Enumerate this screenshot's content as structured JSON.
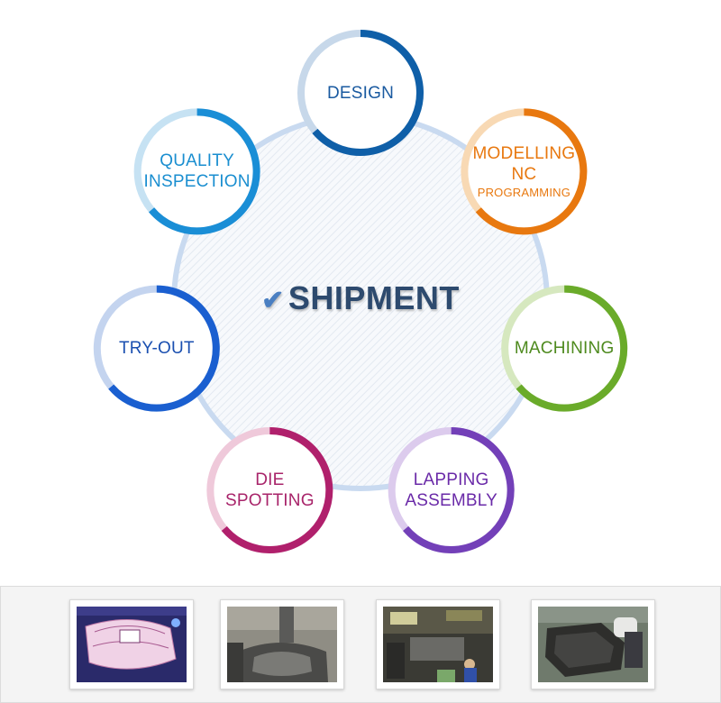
{
  "center": {
    "check_icon": "checkmark-icon",
    "label": "SHIPMENT"
  },
  "stages": [
    {
      "id": "design",
      "lines": [
        "DESIGN"
      ],
      "sub": "",
      "color": "#1a5aa0",
      "ring_light": "#c7d8ea",
      "ring_dark": "#0f5fa8"
    },
    {
      "id": "modelling-nc",
      "lines": [
        "MODELLING",
        "NC"
      ],
      "sub": "PROGRAMMING",
      "color": "#e8780f",
      "ring_light": "#f8d9b4",
      "ring_dark": "#e8780f"
    },
    {
      "id": "machining",
      "lines": [
        "MACHINING"
      ],
      "sub": "",
      "color": "#4e8a1e",
      "ring_light": "#d6e8bf",
      "ring_dark": "#6aab2a"
    },
    {
      "id": "lapping-assembly",
      "lines": [
        "LAPPING",
        "ASSEMBLY"
      ],
      "sub": "",
      "color": "#6a2aa8",
      "ring_light": "#dccbed",
      "ring_dark": "#7340b8"
    },
    {
      "id": "die-spotting",
      "lines": [
        "DIE",
        "SPOTTING"
      ],
      "sub": "",
      "color": "#a8246a",
      "ring_light": "#efc9da",
      "ring_dark": "#b0206c"
    },
    {
      "id": "try-out",
      "lines": [
        "TRY-OUT"
      ],
      "sub": "",
      "color": "#1a4fb0",
      "ring_light": "#c4d4ef",
      "ring_dark": "#1a5fd0"
    },
    {
      "id": "quality-inspection",
      "lines": [
        "QUALITY",
        "INSPECTION"
      ],
      "sub": "",
      "color": "#1a8ed0",
      "ring_light": "#c6e2f3",
      "ring_dark": "#1a8ed6"
    }
  ],
  "photos": [
    {
      "name": "design-cad-photo"
    },
    {
      "name": "machining-photo"
    },
    {
      "name": "assembly-workshop-photo"
    },
    {
      "name": "die-spotting-photo"
    }
  ]
}
